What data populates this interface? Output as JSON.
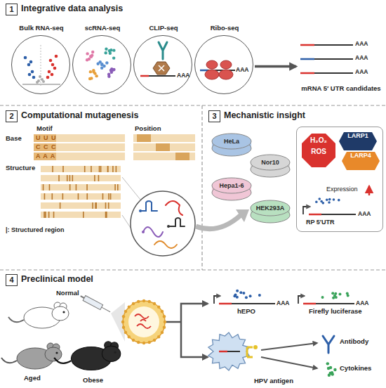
{
  "diagram": {
    "nodes": [
      {
        "text": [
          "Integrative data analysis"
        ]
      },
      {
        "text": [
          "1"
        ],
        "in": 0
      },
      {
        "text": [
          "Bulk RNA-seq"
        ],
        "in": 0
      },
      {
        "text": [
          "scRNA-seq"
        ],
        "in": 0
      },
      {
        "text": [
          "CLIP-seq",
          "AAA"
        ],
        "in": 0
      },
      {
        "text": [
          "Ribo-seq",
          "AAA"
        ],
        "in": 0
      },
      {
        "text": [
          "AAA",
          "AAA",
          "AAA",
          "mRNA 5′ UTR candidates"
        ],
        "in": 0
      },
      {
        "text": [
          "Computational mutagenesis"
        ]
      },
      {
        "text": [
          "2"
        ],
        "in": 7
      },
      {
        "text": [
          "Mechanistic insight"
        ]
      },
      {
        "text": [
          "3"
        ],
        "in": 9
      },
      {
        "text": [
          "H₂O₂",
          "ROS",
          "LARP1",
          "LARP4",
          "Expression",
          "RP 5′UTR",
          "AAA"
        ],
        "in": 9
      },
      {
        "text": [
          "Preclinical model"
        ]
      },
      {
        "text": [
          "4"
        ],
        "in": 12
      }
    ],
    "edges": [
      {
        "from": 5,
        "to": 6,
        "arrow": "to"
      }
    ],
    "labels": [
      "Motif",
      "Base",
      "U U U",
      "C C C",
      "A A A",
      "Position",
      "Structure",
      "|: Structured region",
      "HeLa",
      "Nor10",
      "Hepa1-6",
      "HEK293A",
      "Normal",
      "Aged",
      "Obese",
      "hEPO",
      "AAA",
      "Firefly luciferase",
      "AAA",
      "HPV antigen",
      "Antibody",
      "Cytokines"
    ]
  }
}
